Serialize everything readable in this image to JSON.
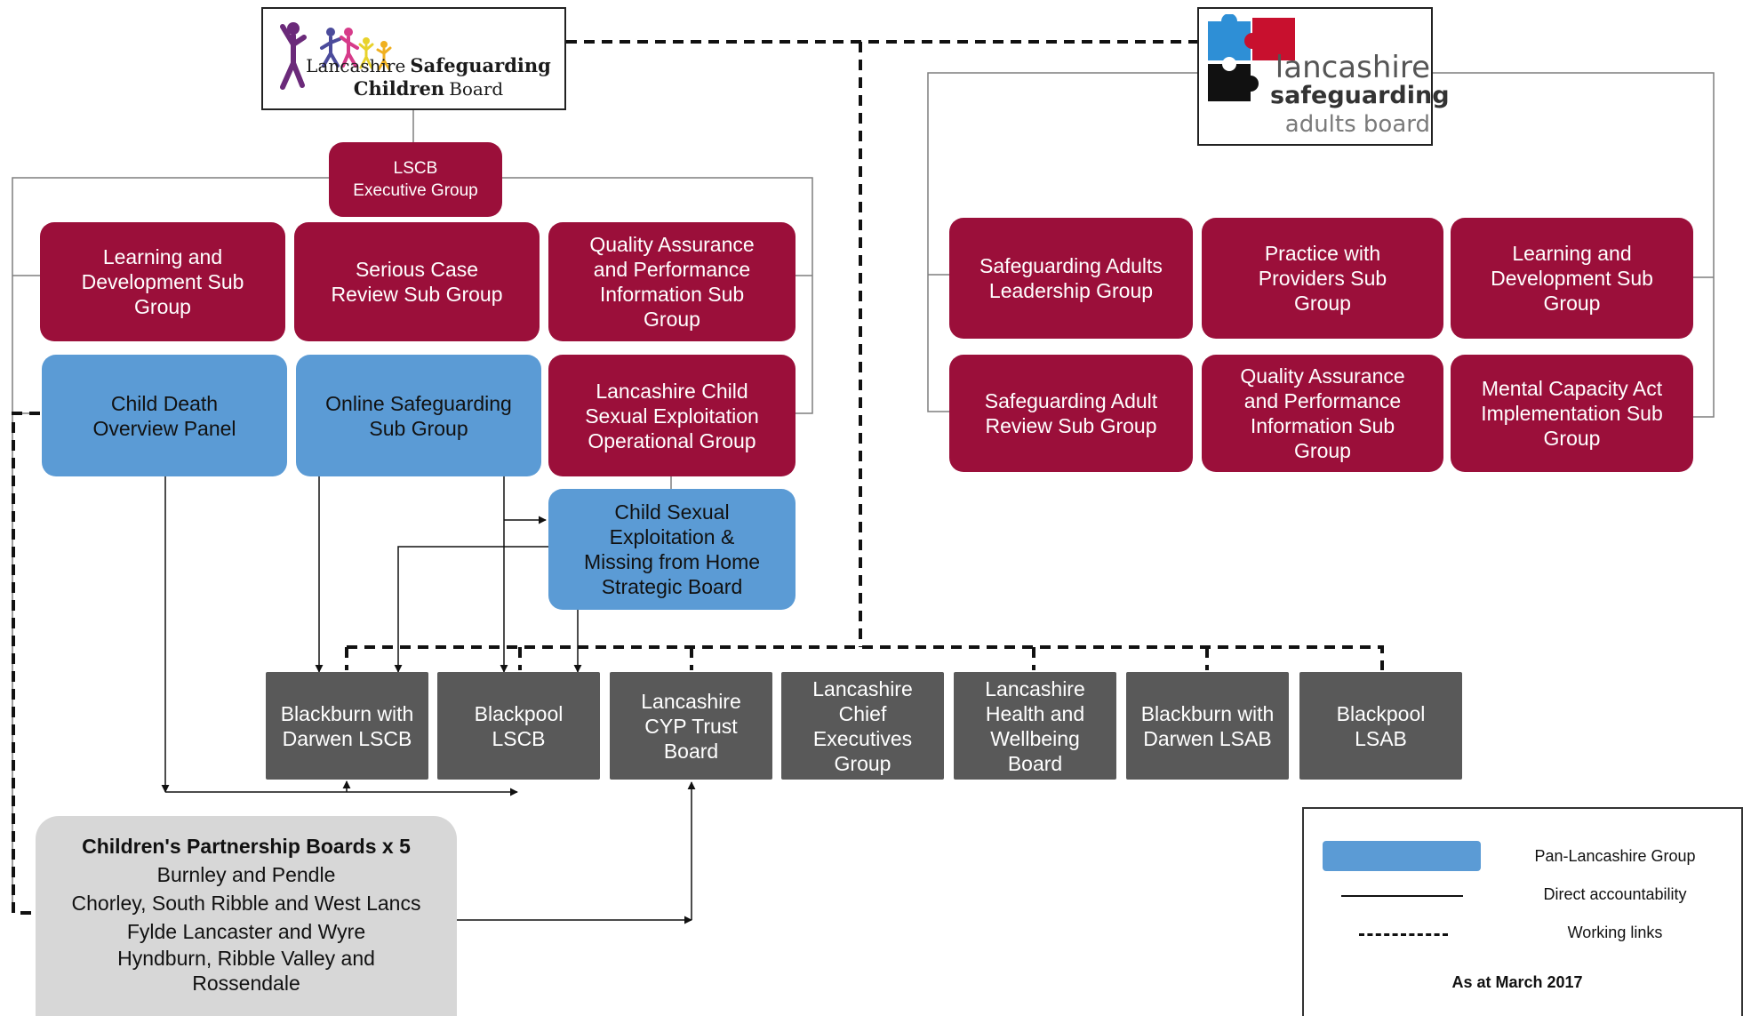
{
  "lscb_logo": {
    "line1_light": "Lancashire",
    "line1_bold": "Safeguarding",
    "line2_bold": "Children",
    "line2_light": "Board",
    "figure_colors": [
      "#6b2a7a",
      "#4b4b9b",
      "#d63b8a",
      "#e8d22b",
      "#f0b020"
    ]
  },
  "lsab_logo": {
    "line1": "lancashire",
    "line2": "safeguarding",
    "line3": "adults board",
    "puzzle_colors": [
      "#2e8fd6",
      "#c8102e",
      "#111111"
    ]
  },
  "children": {
    "executive": "LSCB\nExecutive Group",
    "learning": "Learning and\nDevelopment Sub\nGroup",
    "serious_case": "Serious Case\nReview Sub Group",
    "quality": "Quality Assurance\nand Performance\nInformation Sub\nGroup",
    "child_death": "Child Death\nOverview Panel",
    "online": "Online Safeguarding\nSub Group",
    "cse_operational": "Lancashire Child\nSexual Exploitation\nOperational Group",
    "cse_strategic": "Child Sexual\nExploitation &\nMissing from Home\nStrategic Board"
  },
  "adults": {
    "leadership": "Safeguarding Adults\nLeadership Group",
    "practice": "Practice with\nProviders Sub\nGroup",
    "learning": "Learning and\nDevelopment Sub\nGroup",
    "review": "Safeguarding Adult\nReview Sub Group",
    "quality": "Quality Assurance\nand Performance\nInformation Sub\nGroup",
    "mental_capacity": "Mental Capacity Act\nImplementation Sub\nGroup"
  },
  "boards": {
    "bwd_lscb": "Blackburn with\nDarwen LSCB",
    "blackpool_lscb": "Blackpool\nLSCB",
    "cyp_trust": "Lancashire\nCYP Trust\nBoard",
    "chief_exec": "Lancashire\nChief\nExecutives\nGroup",
    "health_wellbeing": "Lancashire\nHealth and\nWellbeing\nBoard",
    "bwd_lsab": "Blackburn with\nDarwen LSAB",
    "blackpool_lsab": "Blackpool\nLSAB"
  },
  "partnership": {
    "heading": "Children's Partnership Boards x 5",
    "items": [
      "Burnley and Pendle",
      "Chorley, South Ribble and West Lancs",
      "Fylde Lancaster and Wyre",
      "Hyndburn, Ribble Valley and\nRossendale"
    ]
  },
  "legend": {
    "pan_lancashire": "Pan-Lancashire Group",
    "direct": "Direct accountability",
    "working": "Working links",
    "date": "As at March 2017"
  },
  "colors": {
    "red": "#9b0f3a",
    "blue": "#5b9bd5",
    "grey": "#595959",
    "light_grey": "#d7d7d7"
  }
}
